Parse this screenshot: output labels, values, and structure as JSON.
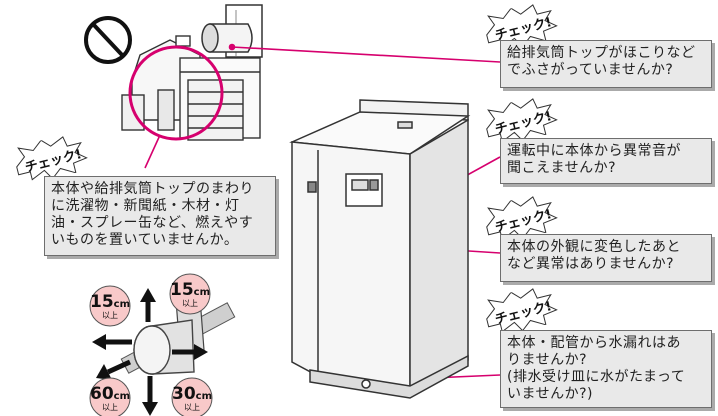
{
  "check_label": "チェック!",
  "callouts": [
    {
      "text": "給排気筒トップがほこりなど\nでふさがっていませんか?"
    },
    {
      "text": "運転中に本体から異常音が\n聞こえませんか?"
    },
    {
      "text": "本体の外観に変色したあと\nなど異常はありませんか?"
    },
    {
      "text": "本体・配管から水漏れはあ\nりませんか?\n(排水受け皿に水がたまって\nいませんか?)"
    },
    {
      "text": "本体や給排気筒トップのまわり\nに洗濯物・新聞紙・木材・灯\n油・スプレー缶など、燃えやす\nいものを置いていませんか。"
    }
  ],
  "clearances": [
    {
      "value": "15",
      "unit": "cm",
      "note": "以上"
    },
    {
      "value": "15",
      "unit": "cm",
      "note": "以上"
    },
    {
      "value": "60",
      "unit": "cm",
      "note": "以上"
    },
    {
      "value": "30",
      "unit": "cm",
      "note": "以上"
    }
  ],
  "colors": {
    "leader": "#d6006e",
    "bubble": "#f8c9c9",
    "box": "#e9e9e9"
  },
  "icons": [
    "prohibited-icon",
    "burst-icon"
  ]
}
